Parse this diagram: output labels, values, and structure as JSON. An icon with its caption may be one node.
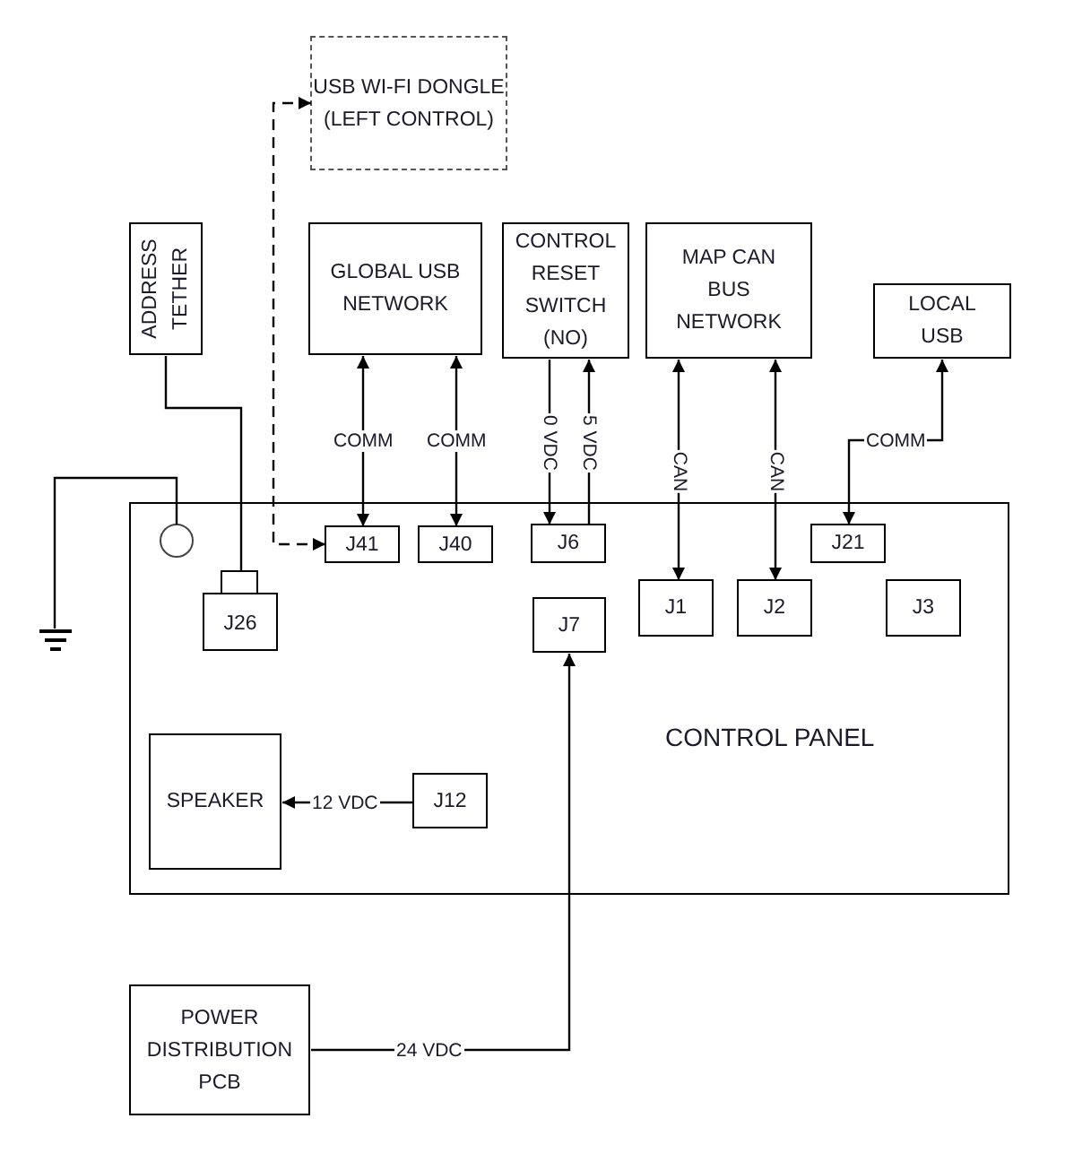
{
  "diagram": {
    "nodes": [
      {
        "text": [
          "USB WI-FI DONGLE (LEFT CONTROL)"
        ]
      },
      {
        "text": [
          "ADDRESS TETHER"
        ]
      },
      {
        "text": [
          "GLOBAL USB NETWORK"
        ]
      },
      {
        "text": [
          "CONTROL RESET SWITCH (NO)"
        ]
      },
      {
        "text": [
          "MAP CAN BUS NETWORK"
        ]
      },
      {
        "text": [
          "LOCAL USB"
        ]
      },
      {
        "text": [
          "CONTROL PANEL"
        ]
      },
      {
        "text": [],
        "shape": "circle",
        "in": 6
      },
      {
        "text": [
          "J41"
        ],
        "in": 6
      },
      {
        "text": [
          "J40"
        ],
        "in": 6
      },
      {
        "text": [
          "J6"
        ],
        "in": 6
      },
      {
        "text": [
          "J21"
        ],
        "in": 6
      },
      {
        "text": [
          "J26"
        ],
        "in": 6
      },
      {
        "text": [
          "J7"
        ],
        "in": 6
      },
      {
        "text": [
          "J1"
        ],
        "in": 6
      },
      {
        "text": [
          "J2"
        ],
        "in": 6
      },
      {
        "text": [
          "J3"
        ],
        "in": 6
      },
      {
        "text": [
          "SPEAKER"
        ],
        "in": 6
      },
      {
        "text": [
          "J12"
        ],
        "in": 6
      },
      {
        "text": [],
        "shape": "ground"
      },
      {
        "text": [
          "POWER DISTRIBUTION PCB"
        ]
      }
    ],
    "edges": [
      {
        "from": 8,
        "to": 0,
        "arrow": "both",
        "style": "dashed"
      },
      {
        "from": 2,
        "to": 8,
        "arrow": "both",
        "label": "COMM"
      },
      {
        "from": 2,
        "to": 9,
        "arrow": "both",
        "label": "COMM"
      },
      {
        "from": 3,
        "to": 10,
        "arrow": "to",
        "label": "0 VDC"
      },
      {
        "from": 10,
        "to": 3,
        "arrow": "to",
        "label": "5 VDC"
      },
      {
        "from": 4,
        "to": 14,
        "arrow": "both",
        "label": "CAN"
      },
      {
        "from": 4,
        "to": 15,
        "arrow": "both",
        "label": "CAN"
      },
      {
        "from": 11,
        "to": 5,
        "arrow": "both",
        "label": "COMM"
      },
      {
        "from": 7,
        "to": 19,
        "arrow": "none"
      },
      {
        "from": 1,
        "to": 12,
        "arrow": "none"
      },
      {
        "from": 18,
        "to": 17,
        "arrow": "to",
        "label": "12 VDC"
      },
      {
        "from": 20,
        "to": 13,
        "arrow": "to",
        "label": "24 VDC"
      }
    ]
  }
}
